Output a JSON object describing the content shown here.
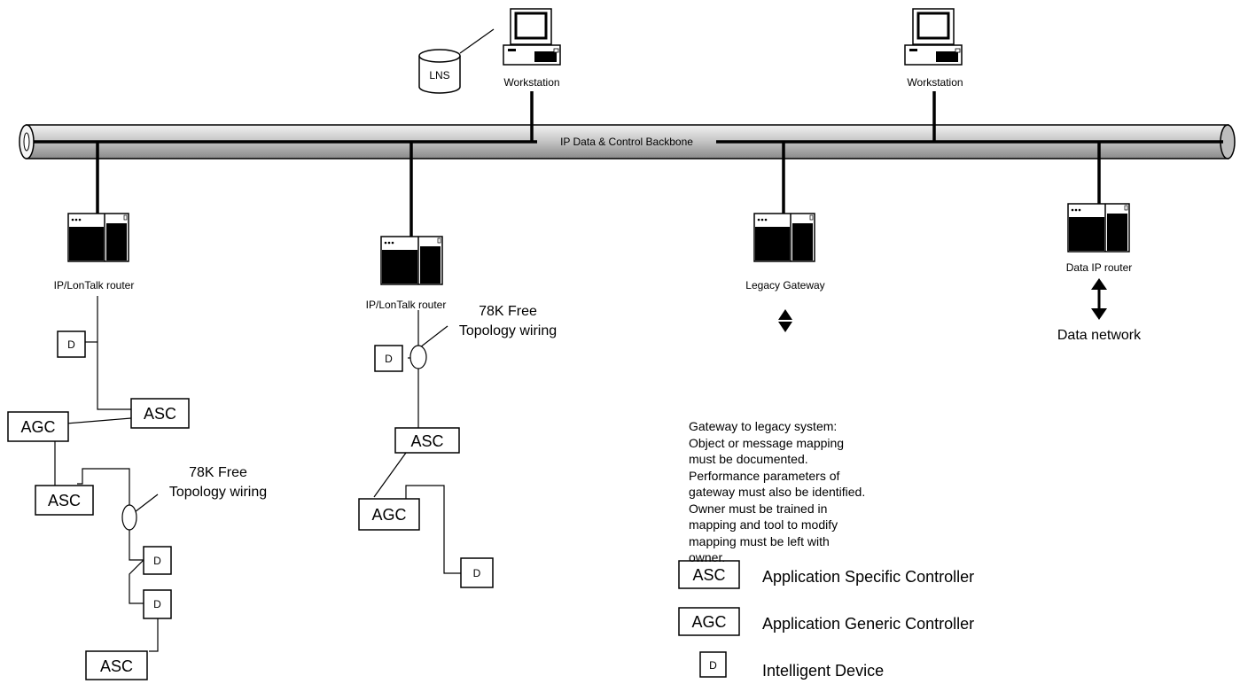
{
  "backbone": {
    "label": "IP Data & Control Backbone"
  },
  "workstations": [
    {
      "label": "Workstation"
    },
    {
      "label": "Workstation"
    }
  ],
  "database": {
    "label": "LNS"
  },
  "routers": [
    {
      "label": "IP/LonTalk router"
    },
    {
      "label": "IP/LonTalk router"
    },
    {
      "label": "Legacy Gateway"
    },
    {
      "label": "Data IP router"
    }
  ],
  "data_network": {
    "label": "Data network"
  },
  "wiring_notes": [
    {
      "line1": "78K Free",
      "line2": "Topology wiring"
    },
    {
      "line1": "78K Free",
      "line2": "Topology wiring"
    }
  ],
  "nodes": {
    "asc": "ASC",
    "agc": "AGC",
    "d": "D"
  },
  "gateway_note": [
    "Gateway to legacy system:",
    "Object or message mapping",
    "must be documented.",
    "Performance parameters of",
    "gateway must also be identified.",
    "Owner must be trained in",
    "mapping and tool to modify",
    "mapping must be left with",
    "owner."
  ],
  "legend": [
    {
      "symbol": "ASC",
      "text": "Application Specific Controller"
    },
    {
      "symbol": "AGC",
      "text": "Application Generic Controller"
    },
    {
      "symbol": "D",
      "text": "Intelligent Device"
    }
  ]
}
